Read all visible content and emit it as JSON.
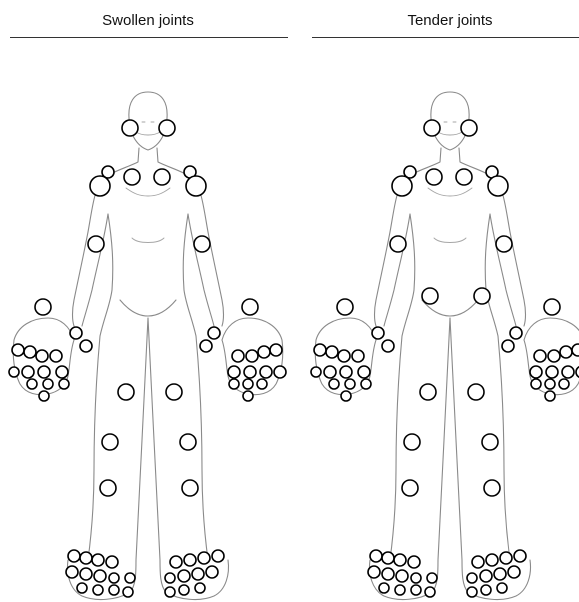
{
  "panels": [
    {
      "id": "swollen",
      "title": "Swollen joints"
    },
    {
      "id": "tender",
      "title": "Tender joints"
    }
  ],
  "colors": {
    "joint_stroke": "#000000",
    "body_outline": "#8a8a8a",
    "rule": "#333333"
  }
}
